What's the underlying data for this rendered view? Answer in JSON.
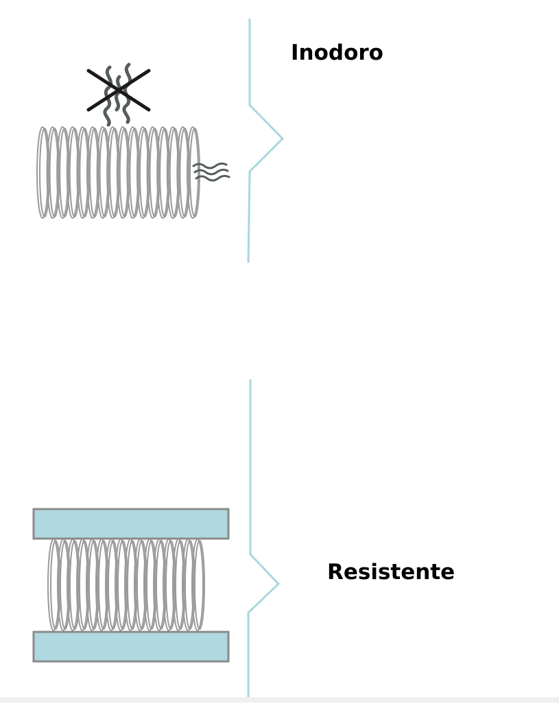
{
  "panels": [
    {
      "id": "top",
      "label": "Inodoro"
    },
    {
      "id": "bottom",
      "label": "Resistente"
    }
  ],
  "colors": {
    "divider": "#a9d6df",
    "coil_stroke": "#9a9a9a",
    "odor": "#555c5c",
    "cross": "#1a1a1a",
    "plate_fill": "#b0d8e0",
    "plate_stroke": "#8a8a8a"
  },
  "icons": {
    "top_panel": [
      "coiled-hose-icon",
      "odor-waves-icon",
      "cross-icon"
    ],
    "bottom_panel": [
      "coiled-hose-icon",
      "compression-plate-icon"
    ]
  }
}
